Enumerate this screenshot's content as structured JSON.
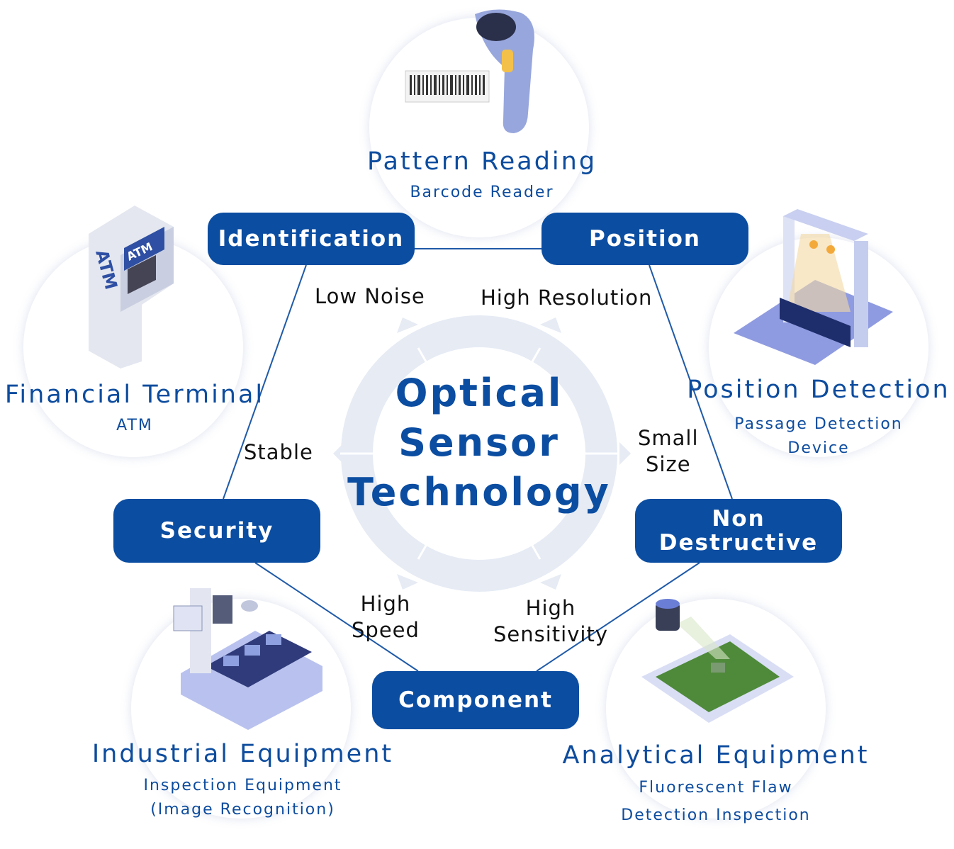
{
  "center": {
    "lines": [
      "Optical",
      "Sensor",
      "Technology"
    ]
  },
  "pills": {
    "identification": "Identification",
    "position": "Position",
    "security": "Security",
    "non_destructive": [
      "Non",
      "Destructive"
    ],
    "component": "Component"
  },
  "features": {
    "low_noise": "Low Noise",
    "high_resolution": "High Resolution",
    "stable": "Stable",
    "small_size": [
      "Small",
      "Size"
    ],
    "high_speed": [
      "High",
      "Speed"
    ],
    "high_sensitivity": [
      "High",
      "Sensitivity"
    ]
  },
  "applications": {
    "pattern_reading": {
      "title": "Pattern Reading",
      "sub": [
        "Barcode Reader"
      ]
    },
    "financial_terminal": {
      "title": "Financial Terminal",
      "sub": [
        "ATM"
      ],
      "atm_label": "ATM"
    },
    "position_detection": {
      "title": "Position Detection",
      "sub": [
        "Passage Detection",
        "Device"
      ]
    },
    "industrial_equipment": {
      "title": "Industrial Equipment",
      "sub": [
        "Inspection Equipment",
        "(Image Recognition)"
      ]
    },
    "analytical_equipment": {
      "title": "Analytical Equipment",
      "sub": [
        "Fluorescent Flaw",
        "Detection Inspection"
      ]
    }
  },
  "colors": {
    "primary": "#0b4da1",
    "ring": "#e6ebf4",
    "line": "#1f5aa8"
  }
}
